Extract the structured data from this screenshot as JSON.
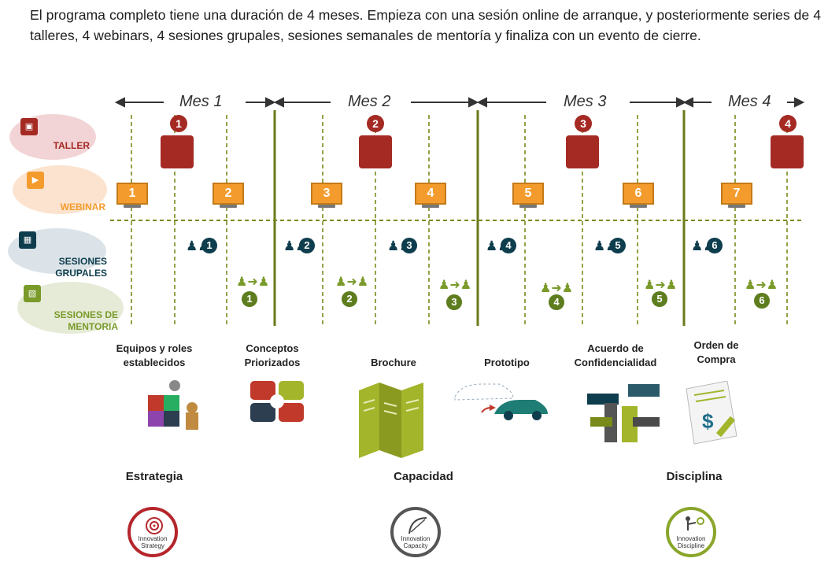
{
  "intro": "El programa completo tiene una duración de 4 meses. Empieza con una sesión online de arranque, y posteriormente series de 4 talleres, 4 webinars, 4 sesiones grupales, sesiones semanales de mentoría y finaliza con un evento de cierre.",
  "months": [
    "Mes 1",
    "Mes 2",
    "Mes 3",
    "Mes 4"
  ],
  "categories": {
    "taller": "TALLER",
    "webinar": "WEBINAR",
    "grupales_1": "SESIONES",
    "grupales_2": "GRUPALES",
    "mentoria_1": "SESIONES DE",
    "mentoria_2": "MENTORIA"
  },
  "talleres": [
    "1",
    "2",
    "3",
    "4"
  ],
  "webinars": [
    "1",
    "2",
    "3",
    "4",
    "5",
    "6",
    "7"
  ],
  "grupales": [
    "1",
    "2",
    "3",
    "4",
    "5",
    "6"
  ],
  "mentoria": [
    "1",
    "2",
    "3",
    "4",
    "5",
    "6"
  ],
  "deliverables": [
    {
      "line1": "Equipos y roles",
      "line2": "establecidos"
    },
    {
      "line1": "Conceptos",
      "line2": "Priorizados"
    },
    {
      "line1": "Brochure",
      "line2": ""
    },
    {
      "line1": "Prototipo",
      "line2": ""
    },
    {
      "line1": "Acuerdo de",
      "line2": "Confidencialidad"
    },
    {
      "line1": "Orden de",
      "line2": "Compra"
    }
  ],
  "pillars": [
    {
      "title": "Estrategia",
      "l1": "Innovation",
      "l2": "Strategy",
      "color": "#b5262c"
    },
    {
      "title": "Capacidad",
      "l1": "Innovation",
      "l2": "Capacity",
      "color": "#555555"
    },
    {
      "title": "Disciplina",
      "l1": "Innovation",
      "l2": "Discipline",
      "color": "#8aa62b"
    }
  ],
  "colors": {
    "taller": "#a52a24",
    "webinar": "#f39c2d",
    "grupal": "#0e3d4d",
    "mentoria": "#7a9a2a",
    "timeline_dash": "#7a8a1a"
  }
}
